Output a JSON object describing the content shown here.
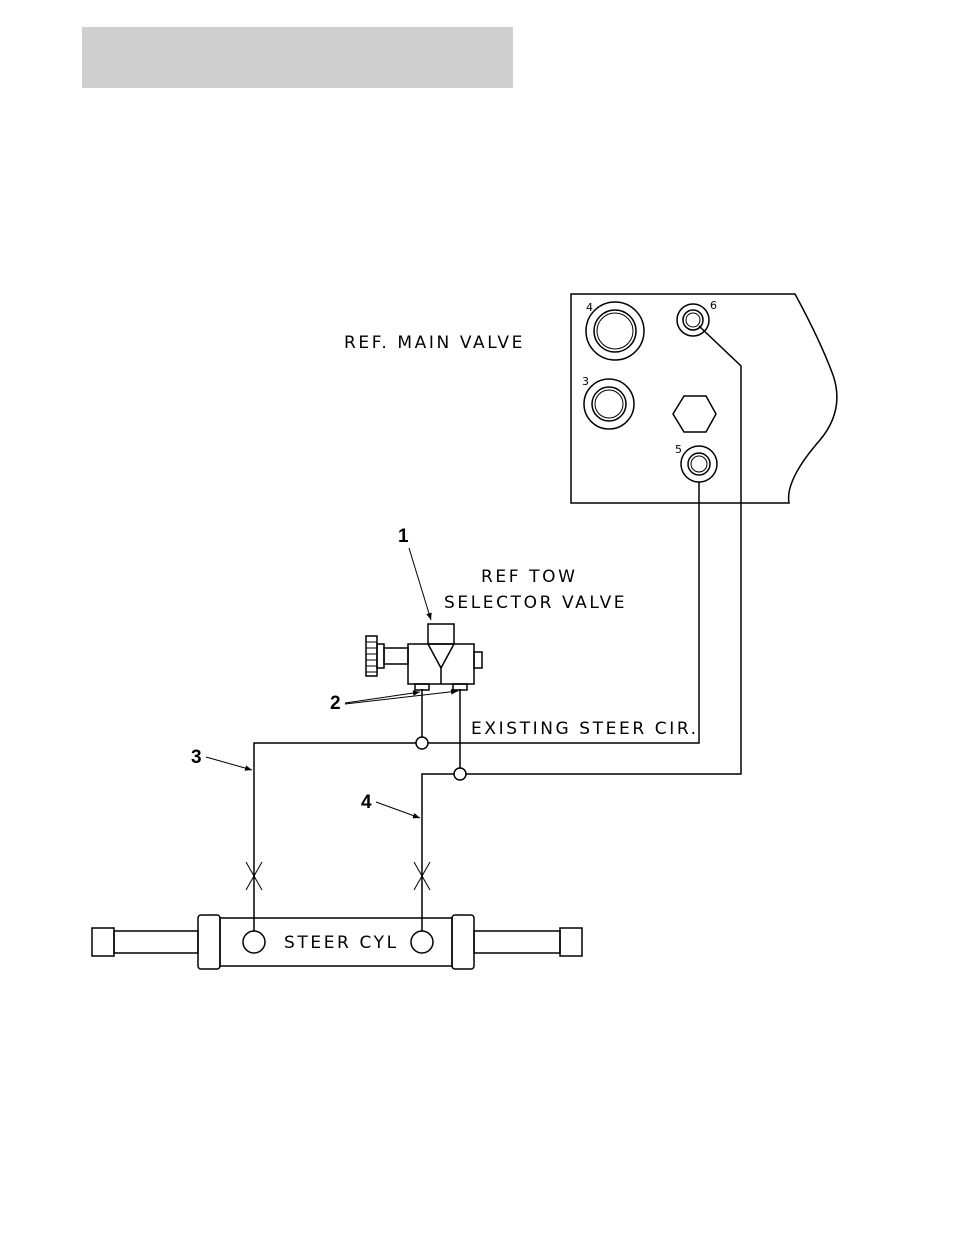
{
  "labels": {
    "main_valve": "REF. MAIN VALVE",
    "tow_valve_line1": "REF TOW",
    "tow_valve_line2": "SELECTOR VALVE",
    "existing_circuit": "EXISTING STEER CIR.",
    "steer_cyl": "STEER CYL"
  },
  "ports": {
    "p4": "4",
    "p3": "3",
    "p6": "6",
    "p5": "5"
  },
  "callouts": {
    "c1": "1",
    "c2": "2",
    "c3": "3",
    "c4": "4"
  }
}
